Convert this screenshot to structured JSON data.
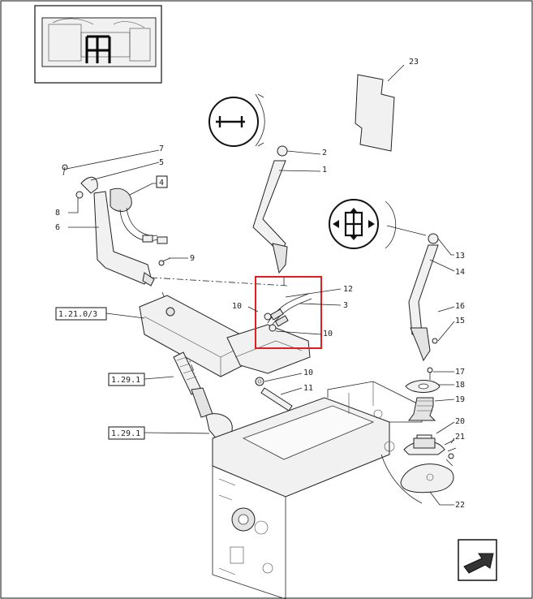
{
  "callouts": {
    "c1": "1",
    "c2": "2",
    "c3": "3",
    "c4": "4",
    "c5": "5",
    "c6": "6",
    "c7": "7",
    "c8": "8",
    "c9": "9",
    "c10a": "10",
    "c10b": "10",
    "c10c": "10",
    "c11": "11",
    "c12": "12",
    "c13": "13",
    "c14": "14",
    "c15": "15",
    "c16": "16",
    "c17": "17",
    "c18": "18",
    "c19": "19",
    "c20": "20",
    "c21": "21",
    "c22": "22",
    "c23": "23"
  },
  "refs": {
    "r1": "1.21.0/3",
    "r2": "1.29.1",
    "r3": "1.29.1"
  },
  "gear_symbol_1": "I II",
  "highlight_color": "#e02020"
}
